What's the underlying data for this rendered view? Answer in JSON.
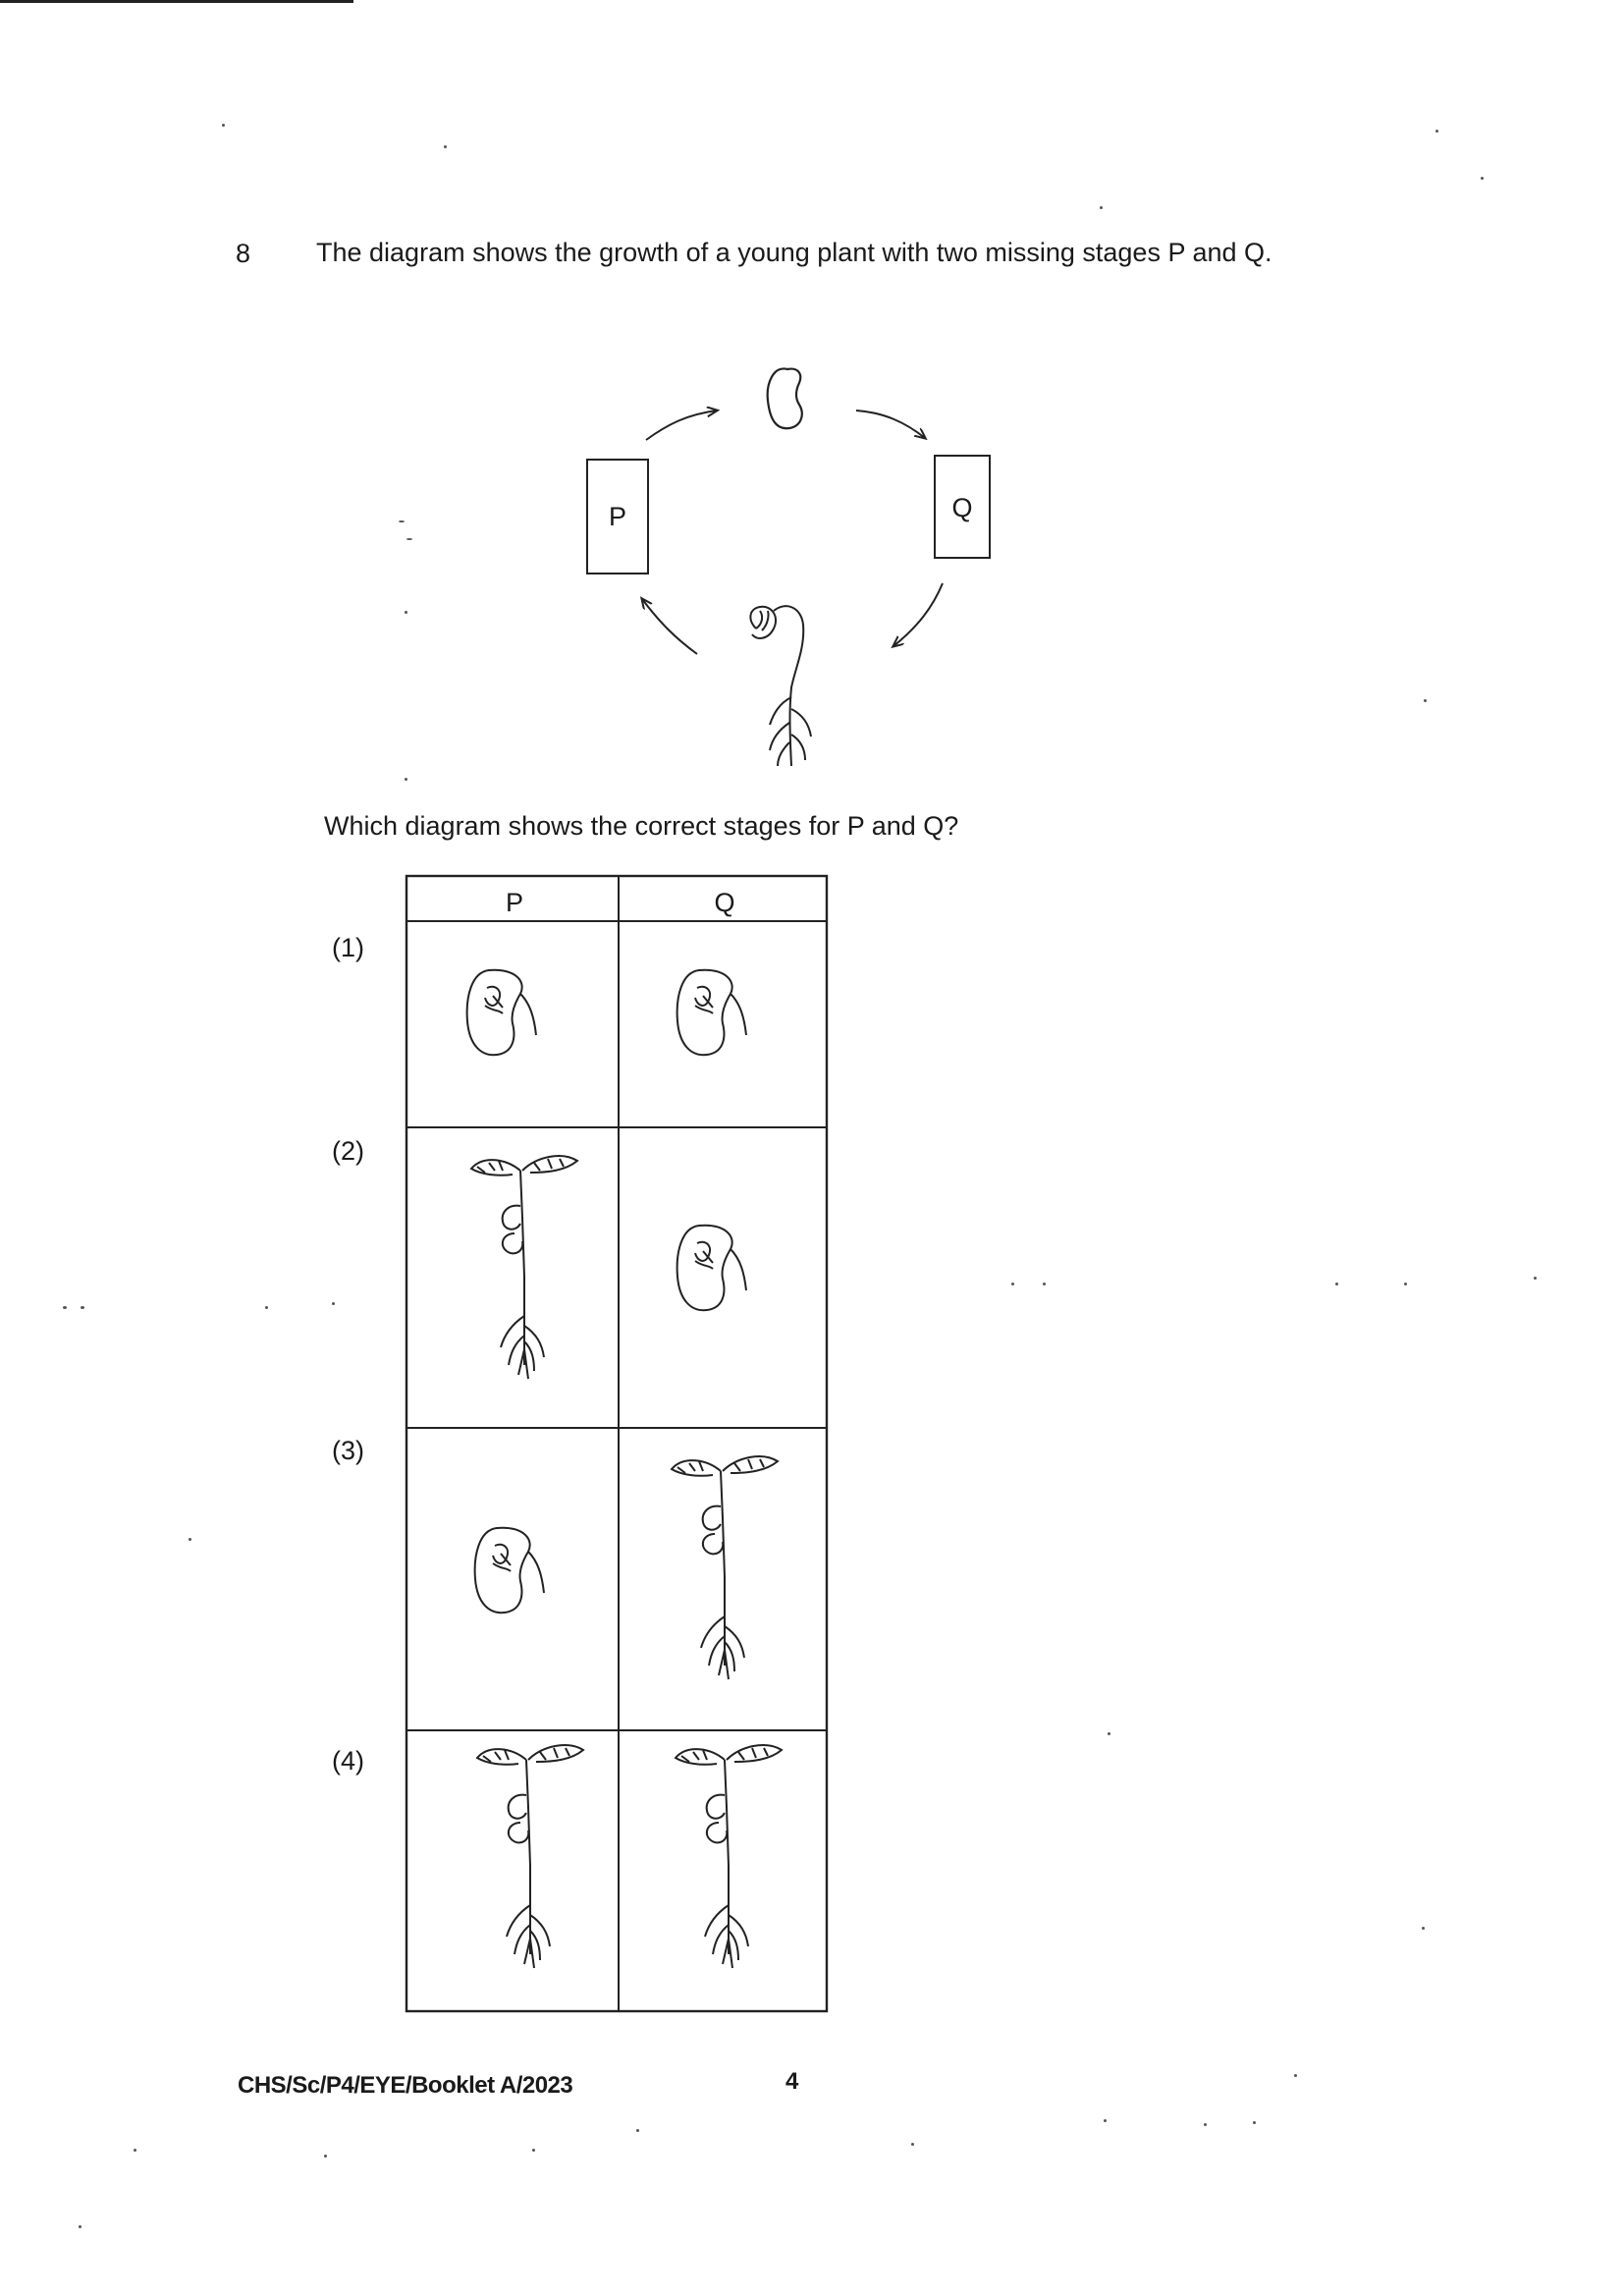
{
  "question": {
    "number": "8",
    "text": "The diagram shows the growth of a young plant with two missing stages P and Q.",
    "box_p": "P",
    "box_q": "Q",
    "subquestion": "Which diagram shows the correct stages for P and Q?"
  },
  "options_table": {
    "headers": [
      "P",
      "Q"
    ],
    "rows": [
      {
        "label": "(1)",
        "p": "germinating-seed",
        "q": "germinating-seed"
      },
      {
        "label": "(2)",
        "p": "young-plant",
        "q": "germinating-seed"
      },
      {
        "label": "(3)",
        "p": "germinating-seed",
        "q": "young-plant"
      },
      {
        "label": "(4)",
        "p": "young-plant",
        "q": "young-plant"
      }
    ]
  },
  "footer": {
    "code": "CHS/Sc/P4/EYE/Booklet A/2023",
    "page": "4"
  }
}
